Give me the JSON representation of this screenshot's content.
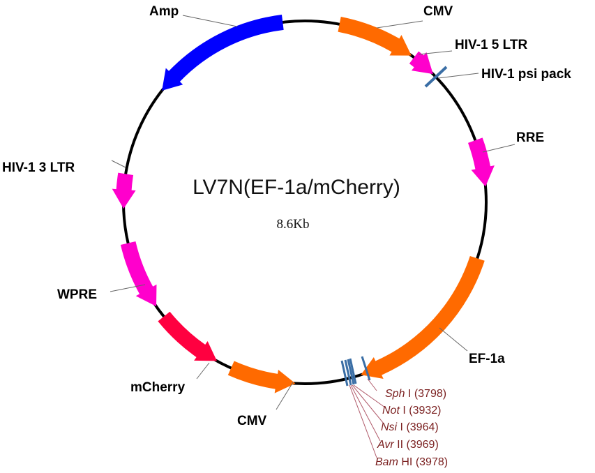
{
  "plasmid": {
    "name": "LV7N(EF-1a/mCherry)",
    "size": "8.6Kb"
  },
  "colors": {
    "backbone": "#000000",
    "promoter": "#ff6a00",
    "ltr": "#ff00cc",
    "resistance": "#0000ff",
    "reporter": "#ff0040",
    "site": "#3a6ea5",
    "site_text": "#7a1f1f"
  },
  "features": [
    {
      "id": "amp",
      "label": "Amp"
    },
    {
      "id": "cmv-top",
      "label": "CMV"
    },
    {
      "id": "hiv-5ltr",
      "label": "HIV-1 5 LTR"
    },
    {
      "id": "hiv-psi",
      "label": "HIV-1 psi pack"
    },
    {
      "id": "rre",
      "label": "RRE"
    },
    {
      "id": "ef1a",
      "label": "EF-1a"
    },
    {
      "id": "cmv-bottom",
      "label": "CMV"
    },
    {
      "id": "mcherry",
      "label": "mCherry"
    },
    {
      "id": "wpre",
      "label": "WPRE"
    },
    {
      "id": "hiv-3ltr",
      "label": "HIV-1 3 LTR"
    }
  ],
  "restriction_sites": [
    {
      "name": "Sph",
      "suffix": " I",
      "position": "(3798)"
    },
    {
      "name": "Not",
      "suffix": " I",
      "position": "(3932)"
    },
    {
      "name": "Nsi",
      "suffix": " I",
      "position": "(3964)"
    },
    {
      "name": "Avr",
      "suffix": " II",
      "position": "(3969)"
    },
    {
      "name": "Bam",
      "suffix": " HI",
      "position": "(3978)"
    }
  ]
}
